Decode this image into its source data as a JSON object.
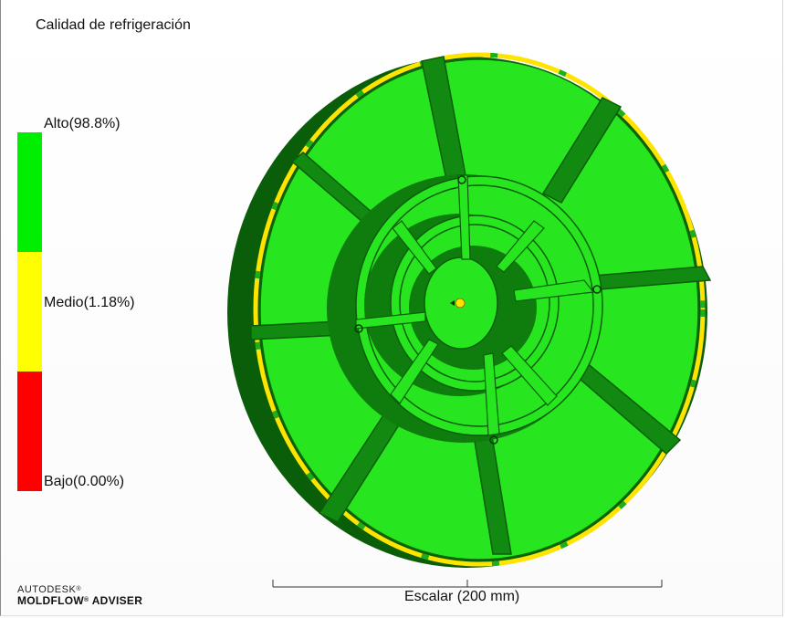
{
  "title": "Calidad de refrigeración",
  "legend": {
    "items": [
      {
        "label": "Alto(98.8%)",
        "color": "#00ee00"
      },
      {
        "label": "Medio(1.18%)",
        "color": "#ffff00"
      },
      {
        "label": "Bajo(0.00%)",
        "color": "#ff0000"
      }
    ]
  },
  "scale": {
    "label": "Escalar (200 mm)"
  },
  "brand": {
    "line1": "AUTODESK",
    "trademark": "®",
    "line2": "MOLDFLOW",
    "line3": "ADVISER"
  },
  "colors": {
    "part_face": "#27e61f",
    "part_shadow": "#0a5e0a",
    "part_dark": "#128a12",
    "rim_highlight": "#ffe400"
  }
}
